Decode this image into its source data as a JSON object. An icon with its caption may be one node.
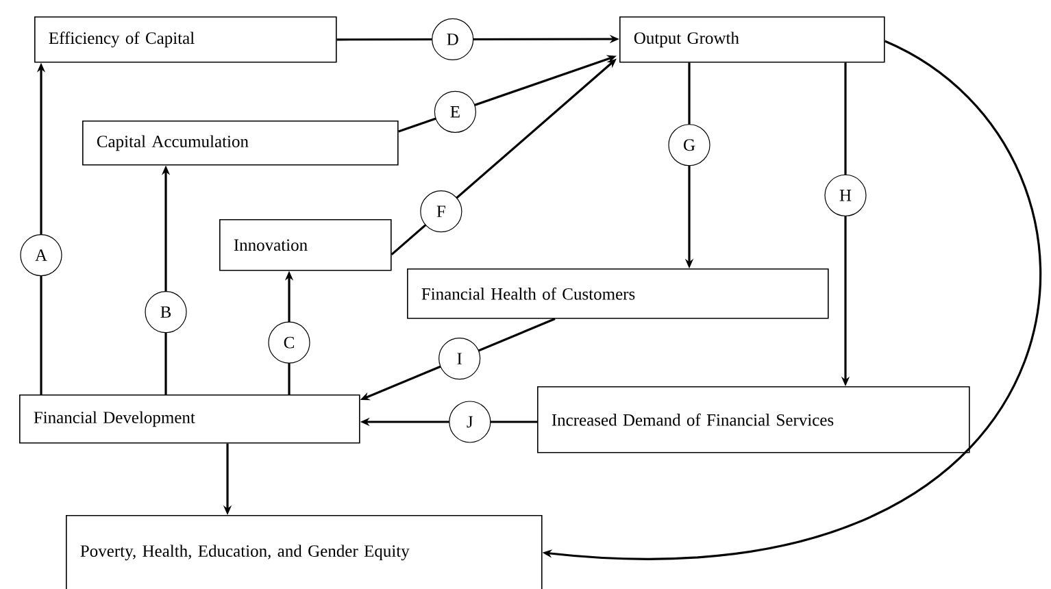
{
  "diagram": {
    "nodes": [
      {
        "text": [
          "Efficiency of Capital"
        ]
      },
      {
        "text": [
          "Output Growth"
        ]
      },
      {
        "text": [
          "Capital Accumulation"
        ]
      },
      {
        "text": [
          "Innovation"
        ]
      },
      {
        "text": [
          "Financial Health of Customers"
        ]
      },
      {
        "text": [
          "Financial Development"
        ]
      },
      {
        "text": [
          "Increased Demand of Financial Services"
        ]
      },
      {
        "text": [
          "Poverty, Health, Education, and Gender Equity"
        ]
      }
    ],
    "edges": [
      {
        "from": 5,
        "to": 0,
        "arrow": "to",
        "label": "A"
      },
      {
        "from": 5,
        "to": 2,
        "arrow": "to",
        "label": "B"
      },
      {
        "from": 5,
        "to": 3,
        "arrow": "to",
        "label": "C"
      },
      {
        "from": 0,
        "to": 1,
        "arrow": "to",
        "label": "D"
      },
      {
        "from": 2,
        "to": 1,
        "arrow": "to",
        "label": "E"
      },
      {
        "from": 3,
        "to": 1,
        "arrow": "to",
        "label": "F"
      },
      {
        "from": 1,
        "to": 4,
        "arrow": "to",
        "label": "G"
      },
      {
        "from": 1,
        "to": 6,
        "arrow": "to",
        "label": "H"
      },
      {
        "from": 4,
        "to": 5,
        "arrow": "to",
        "label": "I"
      },
      {
        "from": 6,
        "to": 5,
        "arrow": "to",
        "label": "J"
      },
      {
        "from": 5,
        "to": 7,
        "arrow": "to"
      },
      {
        "from": 1,
        "to": 7,
        "arrow": "to"
      }
    ]
  }
}
